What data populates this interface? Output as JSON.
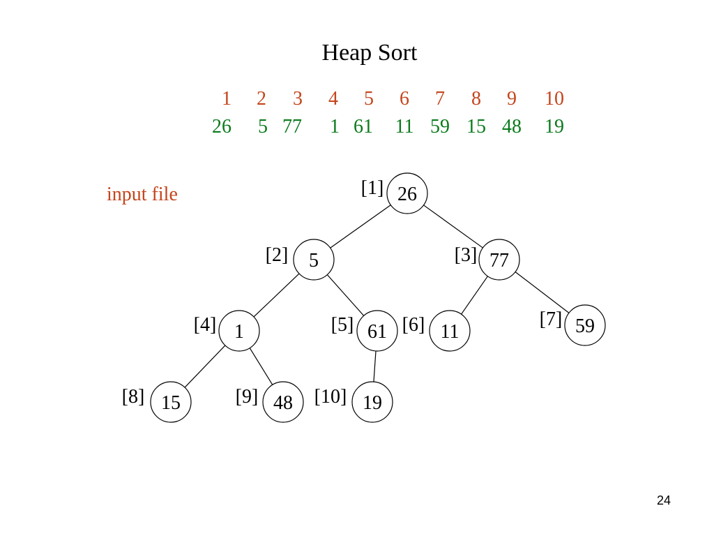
{
  "title": "Heap Sort",
  "array": {
    "indices": [
      "1",
      "2",
      "3",
      "4",
      "5",
      "6",
      "7",
      "8",
      "9",
      "10"
    ],
    "values": [
      "26",
      "5",
      "77",
      "1",
      "61",
      "11",
      "59",
      "15",
      "48",
      "19"
    ]
  },
  "side_label": "input file",
  "tree": {
    "nodes": [
      {
        "index_label": "[1]",
        "value": "26"
      },
      {
        "index_label": "[2]",
        "value": "5"
      },
      {
        "index_label": "[3]",
        "value": "77"
      },
      {
        "index_label": "[4]",
        "value": "1"
      },
      {
        "index_label": "[5]",
        "value": "61"
      },
      {
        "index_label": "[6]",
        "value": "11"
      },
      {
        "index_label": "[7]",
        "value": "59"
      },
      {
        "index_label": "[8]",
        "value": "15"
      },
      {
        "index_label": "[9]",
        "value": "48"
      },
      {
        "index_label": "[10]",
        "value": "19"
      }
    ],
    "edges": [
      [
        1,
        2
      ],
      [
        1,
        3
      ],
      [
        2,
        4
      ],
      [
        2,
        5
      ],
      [
        3,
        6
      ],
      [
        3,
        7
      ],
      [
        4,
        8
      ],
      [
        4,
        9
      ],
      [
        5,
        10
      ]
    ]
  },
  "page_number": "24"
}
